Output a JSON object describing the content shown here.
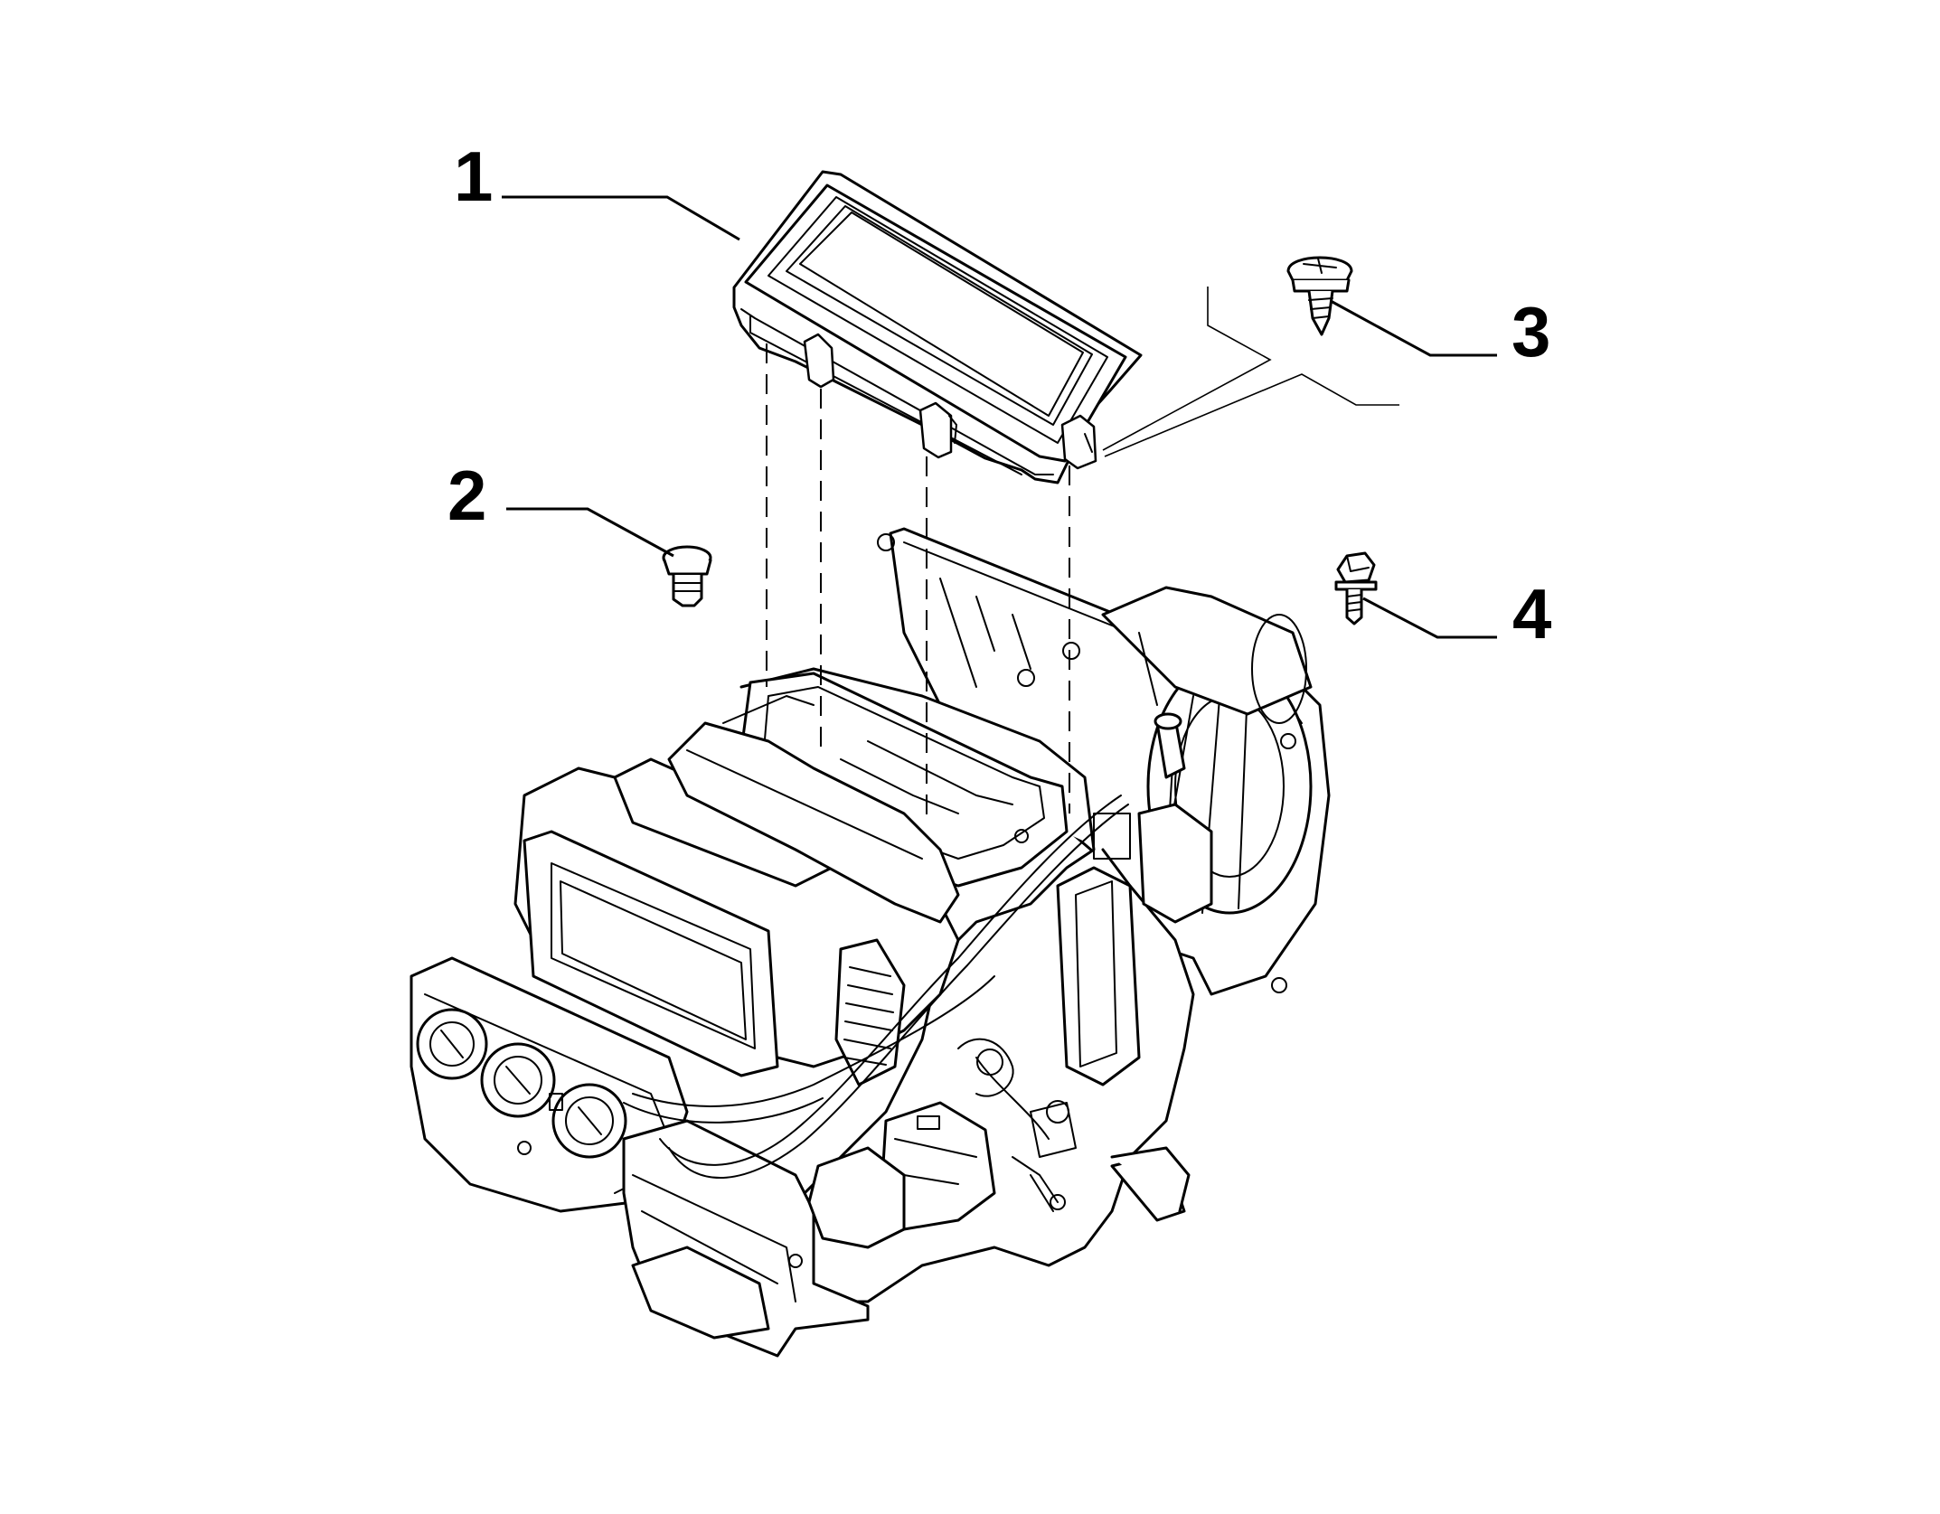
{
  "callouts": [
    {
      "number": "1",
      "part": "filter-frame"
    },
    {
      "number": "2",
      "part": "push-clip"
    },
    {
      "number": "3",
      "part": "self-tapping-screw"
    },
    {
      "number": "4",
      "part": "hex-bolt"
    }
  ]
}
